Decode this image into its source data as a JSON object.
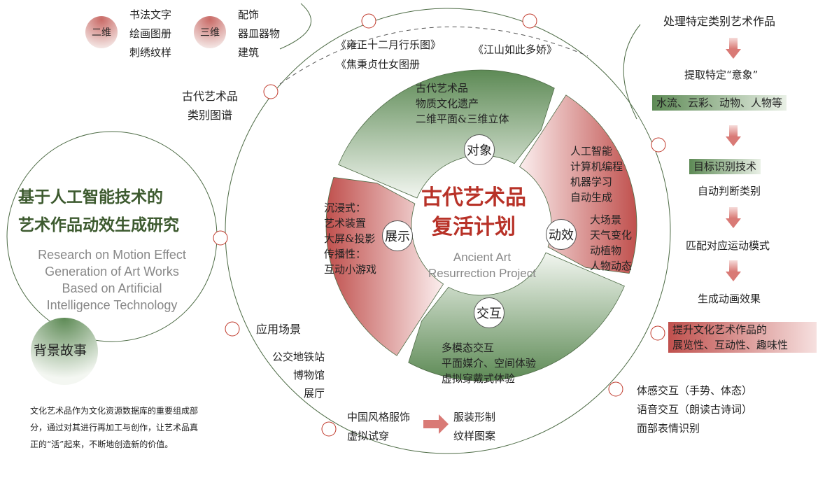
{
  "top_left": {
    "two_d": "二维",
    "two_d_items": [
      "书法文字",
      "绘画图册",
      "刺绣纹样"
    ],
    "three_d": "三维",
    "three_d_items": [
      "配饰",
      "器皿器物",
      "建筑"
    ]
  },
  "category": [
    "古代艺术品",
    "类别图谱"
  ],
  "works": [
    "《雍正十二月行乐图》",
    "《焦秉贞仕女图册",
    "《江山如此多娇》"
  ],
  "left": {
    "title_cn": [
      "基于人工智能技术的",
      "艺术作品动效生成研究"
    ],
    "title_en": [
      "Research on Motion Effect",
      "Generation of Art Works",
      "Based on Artificial",
      "Intelligence Technology"
    ],
    "background": "背景故事",
    "desc": [
      "文化艺术品作为文化资源数据库的重要组成部",
      "分，通过对其进行再加工与创作，让艺术品真",
      "正的“活”起来，不断地创造新的价值。"
    ]
  },
  "center": {
    "title": [
      "古代艺术品",
      "复活计划"
    ],
    "subtitle": [
      "Ancient Art",
      "Resurrection Project"
    ],
    "object": {
      "label": "对象",
      "items": [
        "古代艺术品",
        "物质文化遗产",
        "二维平面&三维立体"
      ]
    },
    "effect": {
      "label": "动效",
      "items": [
        "人工智能",
        "计算机编程",
        "机器学习",
        "自动生成"
      ],
      "items2": [
        "大场景",
        "天气变化",
        "动植物",
        "人物动态"
      ]
    },
    "interaction": {
      "label": "交互",
      "items": [
        "多模态交互",
        "平面媒介、空间体验",
        "虚拟穿戴式体验"
      ]
    },
    "display": {
      "label": "展示",
      "items": [
        "沉浸式：",
        "艺术装置",
        "大屏&投影",
        "传播性：",
        "互动小游戏"
      ]
    }
  },
  "scenes": {
    "title": "应用场景",
    "items": [
      "公交地铁站",
      "博物馆",
      "展厅"
    ]
  },
  "fashion": {
    "left": [
      "中国风格服饰",
      "虚拟试穿"
    ],
    "right": [
      "服装形制",
      "纹样图案"
    ]
  },
  "right": {
    "steps": [
      "处理特定类别艺术作品",
      "提取特定“意象”",
      "水流、云彩、动物、人物等",
      "目标识别技术",
      "自动判断类别",
      "匹配对应运动模式",
      "生成动画效果"
    ],
    "result": [
      "提升文化艺术作品的",
      "展览性、互动性、趣味性"
    ],
    "interaction": [
      "体感交互（手势、体态）",
      "语音交互（朗读古诗词）",
      "面部表情识别"
    ]
  },
  "colors": {
    "green": "#5d8a55",
    "red": "#c0504d",
    "title_red": "#b83228",
    "title_green": "#3d5a2f"
  }
}
